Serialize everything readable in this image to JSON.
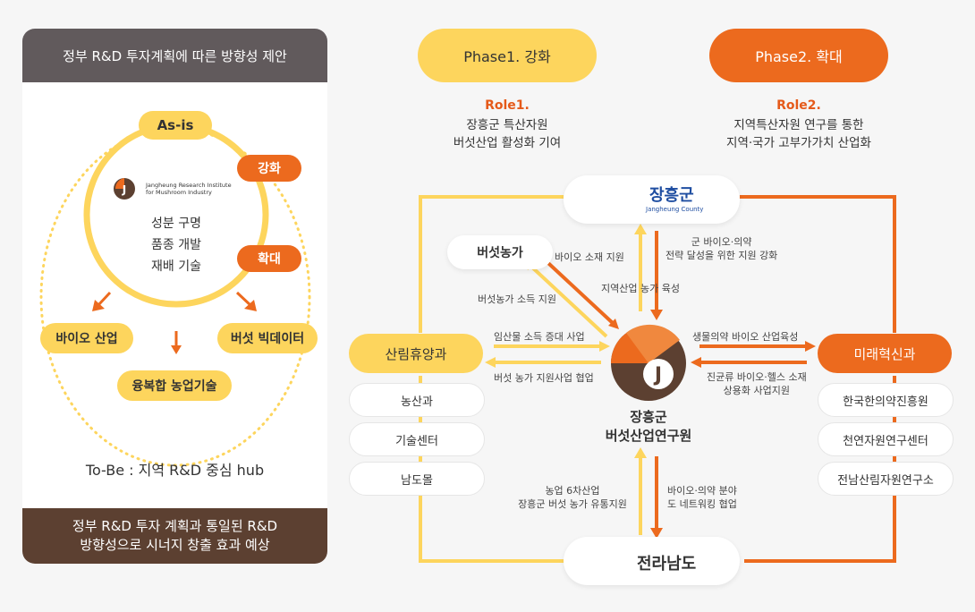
{
  "left": {
    "header": "정부 R&D 투자계획에 따른 방향성 제안",
    "as_is": "As-is",
    "institute_name_line1": "Jangheung Research Institute",
    "institute_name_line2": "for Mushroom Industry",
    "tasks": [
      "성분 구명",
      "품종 개발",
      "재배 기술"
    ],
    "strengthen": "강화",
    "expand": "확대",
    "bio_industry": "바이오 산업",
    "mushroom_bigdata": "버섯 빅데이터",
    "convergence_agri": "융복합 농업기술",
    "to_be": "To-Be : 지역 R&D 중심 hub",
    "footer_line1": "정부 R&D 투자 계획과 통일된 R&D",
    "footer_line2": "방향성으로 시너지 창출 효과 예상"
  },
  "phase1": {
    "label": "Phase1. 강화",
    "role_title": "Role1.",
    "role_line1": "장흥군 특산자원",
    "role_line2": "버섯산업 활성화 기여"
  },
  "phase2": {
    "label": "Phase2. 확대",
    "role_title": "Role2.",
    "role_line1": "지역특산자원 연구를 통한",
    "role_line2": "지역·국가 고부가가치 산업화"
  },
  "nodes": {
    "jangheung_gun": "장흥군",
    "jangheung_county": "Jangheung County",
    "mushroom_farm": "버섯농가",
    "forest_dept": "산림휴양과",
    "future_dept": "미래혁신과",
    "jeonnam": "전라남도",
    "center_line1": "장흥군",
    "center_line2": "버섯산업연구원",
    "left_subs": [
      "농산과",
      "기술센터",
      "남도몰"
    ],
    "right_subs": [
      "한국한의약진흥원",
      "천연자원연구센터",
      "전남산림자원연구소"
    ]
  },
  "labels": {
    "bio_material_support": "바이오 소재 지원",
    "county_bio_pharma_line1": "군 바이오·의약",
    "county_bio_pharma_line2": "전략 달성을 위한 지원 강화",
    "farm_income_support": "버섯농가 소득 지원",
    "regional_industry": "지역산업 농가 육성",
    "forest_income": "임산물 소득 증대 사업",
    "farm_support_coop": "버섯 농가 지원사업 협업",
    "bio_pharma_growth": "생물의약 바이오 산업육성",
    "fungi_line1": "진균류 바이오·헬스 소재",
    "fungi_line2": "상용화 사업지원",
    "agri6_line1": "농업 6차산업",
    "agri6_line2": "장흥군 버섯 농가 유통지원",
    "network_line1": "바이오·의약 분야",
    "network_line2": "도 네트워킹 협업"
  },
  "colors": {
    "yellow": "#fdd55d",
    "orange": "#ec6a1e",
    "dark_brown": "#5c4031",
    "gray_header": "#615a5c"
  }
}
